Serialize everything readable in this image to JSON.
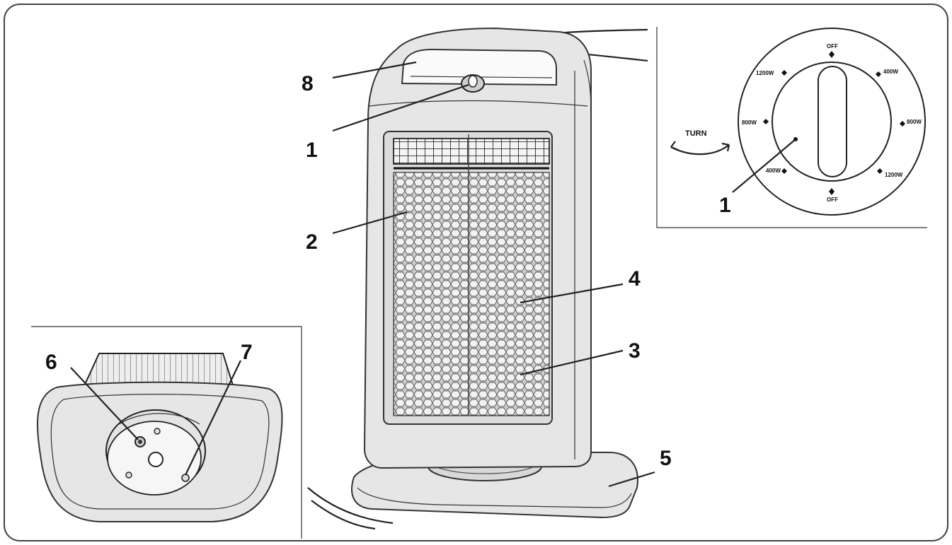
{
  "callouts": {
    "c1_main": "1",
    "c2": "2",
    "c3": "3",
    "c4": "4",
    "c5": "5",
    "c6": "6",
    "c7": "7",
    "c8": "8",
    "c1_inset": "1"
  },
  "dial": {
    "turn": "TURN",
    "off_top": "OFF",
    "w400": "400W",
    "w800_right": "800W",
    "w1200_right": "1200W",
    "off_bottom": "OFF",
    "w400_left": "400W",
    "w800_left": "800W",
    "w1200_left": "1200W"
  }
}
